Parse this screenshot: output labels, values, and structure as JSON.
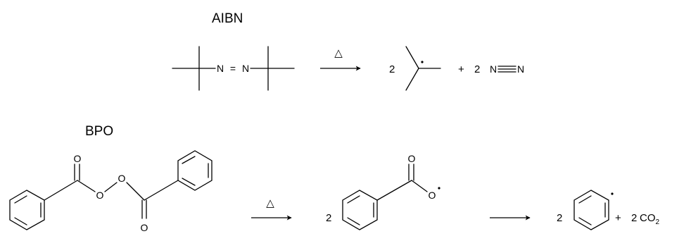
{
  "reactions": [
    {
      "name": "AIBN",
      "reactant": {
        "atom_left": "N",
        "bond": "=",
        "atom_right": "N"
      },
      "arrow_condition": "△",
      "products": [
        {
          "coef": "2",
          "species": "tert-butyl radical"
        },
        {
          "plus": "+",
          "coef": "2",
          "formula": "N≡N",
          "atom_a": "N",
          "atom_b": "N"
        }
      ]
    },
    {
      "name": "BPO",
      "reactant": {
        "atoms_O": [
          "O",
          "O",
          "O",
          "O"
        ]
      },
      "arrow_condition": "△",
      "intermediate": {
        "coef": "2",
        "atoms_O": [
          "O",
          "O"
        ]
      },
      "products": [
        {
          "coef": "2",
          "species": "phenyl radical"
        },
        {
          "plus": "+",
          "coef": "2",
          "formula": "CO",
          "subscript": "2"
        }
      ]
    }
  ]
}
